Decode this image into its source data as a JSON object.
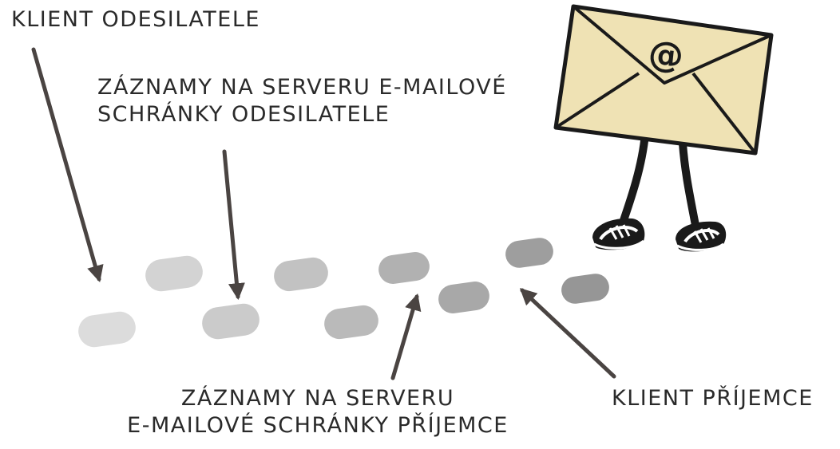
{
  "labels": {
    "sender_client": "Klient odesilatele",
    "sender_server_line1": "Záznamy na serveru e-mailové",
    "sender_server_line2": "schránky odesilatele",
    "recipient_server_line1": "Záznamy na serveru",
    "recipient_server_line2": "e-mailové schránky příjemce",
    "recipient_client": "Klient příjemce"
  },
  "envelope": {
    "symbol": "@",
    "color": "#efe2b4",
    "outline_color": "#1a1a1a"
  },
  "footprints": {
    "colors": [
      "#d9d9d9",
      "#d0d0d0",
      "#c8c8c8",
      "#bfbfbf",
      "#b6b6b6",
      "#adadad",
      "#a4a4a4",
      "#9b9b9b",
      "#929292",
      "#8c8c8c"
    ]
  },
  "arrow_color": "#4a4442"
}
